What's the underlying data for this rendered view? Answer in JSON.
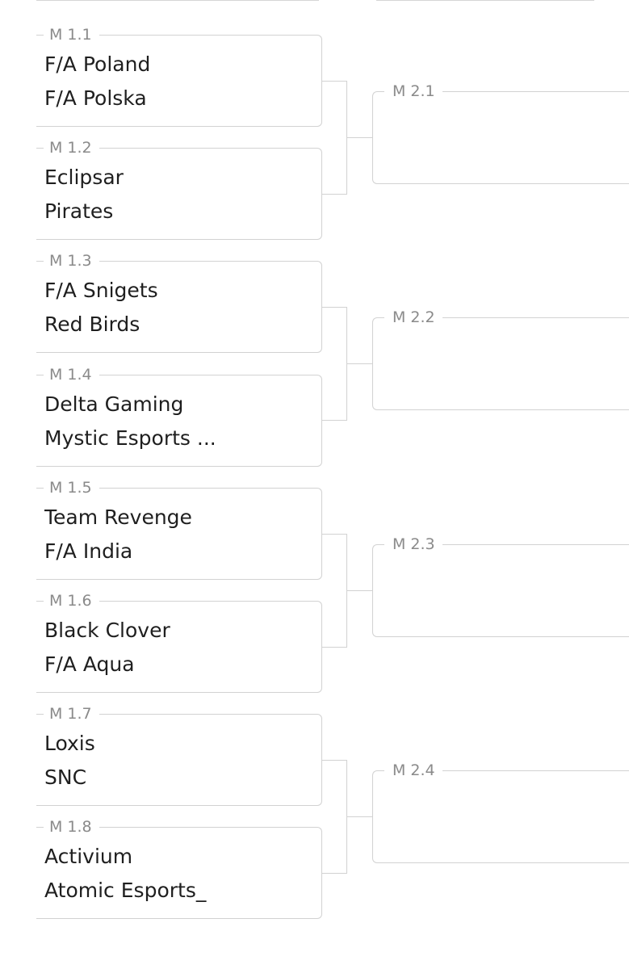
{
  "round1": [
    {
      "label": "M 1.1",
      "teams": [
        "F/A Poland",
        "F/A Polska"
      ]
    },
    {
      "label": "M 1.2",
      "teams": [
        "Eclipsar",
        "Pirates"
      ]
    },
    {
      "label": "M 1.3",
      "teams": [
        "F/A Snigets",
        "Red Birds"
      ]
    },
    {
      "label": "M 1.4",
      "teams": [
        "Delta Gaming",
        "Mystic Esports ..."
      ]
    },
    {
      "label": "M 1.5",
      "teams": [
        "Team Revenge",
        "F/A India"
      ]
    },
    {
      "label": "M 1.6",
      "teams": [
        "Black Clover",
        "F/A Aqua"
      ]
    },
    {
      "label": "M 1.7",
      "teams": [
        "Loxis",
        "SNC"
      ]
    },
    {
      "label": "M 1.8",
      "teams": [
        "Activium",
        "Atomic Esports_"
      ]
    }
  ],
  "round2": [
    {
      "label": "M 2.1",
      "teams": [
        "",
        ""
      ]
    },
    {
      "label": "M 2.2",
      "teams": [
        "",
        ""
      ]
    },
    {
      "label": "M 2.3",
      "teams": [
        "",
        ""
      ]
    },
    {
      "label": "M 2.4",
      "teams": [
        "",
        ""
      ]
    }
  ]
}
